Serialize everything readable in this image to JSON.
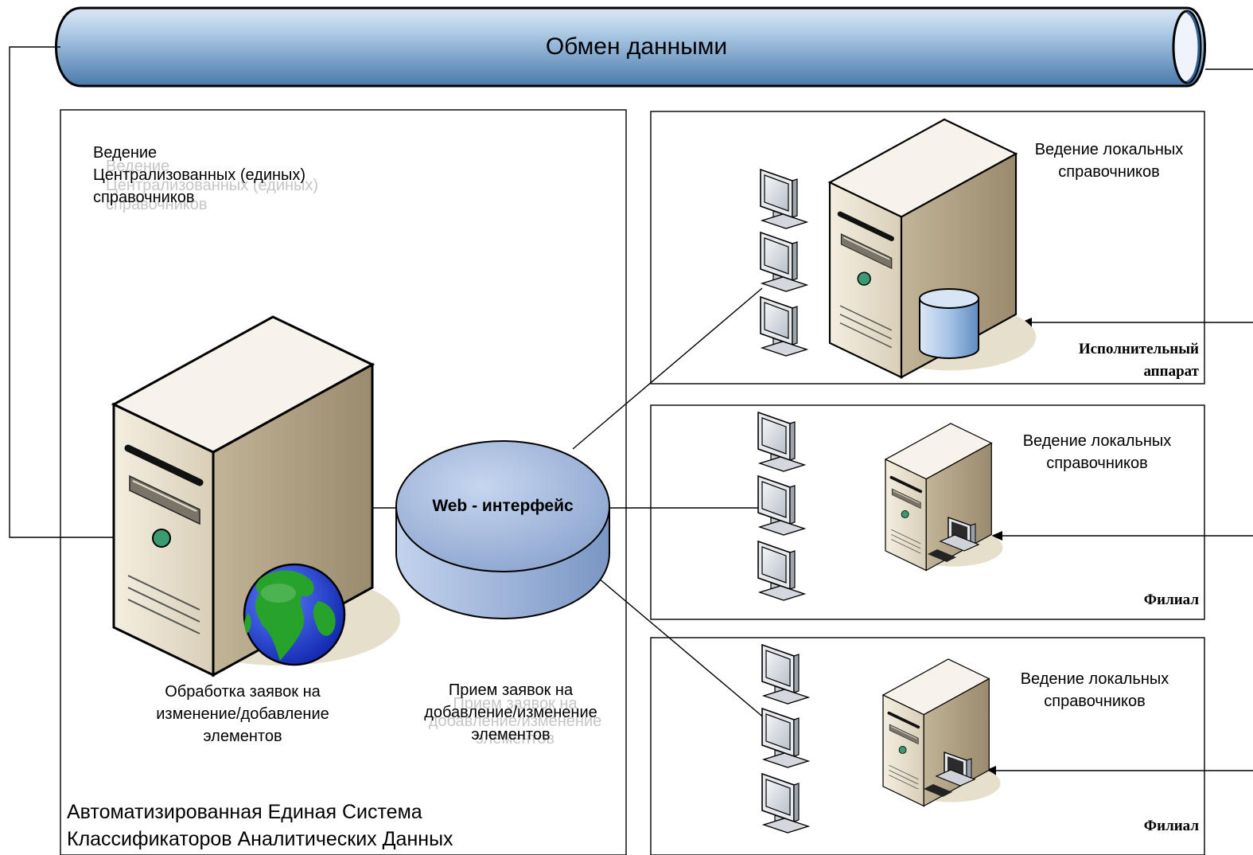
{
  "bus": {
    "label": "Обмен данными"
  },
  "central": {
    "title_lines": [
      "Ведение",
      "Централизованных (единых)",
      "справочников"
    ],
    "processing_lines": [
      "Обработка заявок на",
      "изменение/добавление",
      "элементов"
    ],
    "reception_lines": [
      "Прием заявок на",
      "добавление/изменение",
      "элементов"
    ],
    "system_lines": [
      "Автоматизированная Единая Система",
      "Классификаторов Аналитических Данных"
    ]
  },
  "web": {
    "label": "Web - интерфейс"
  },
  "nodes": [
    {
      "title_lines": [
        "Ведение локальных",
        "справочников"
      ],
      "caption_lines": [
        "Исполнительный",
        "аппарат"
      ]
    },
    {
      "title_lines": [
        "Ведение локальных",
        "справочников"
      ],
      "caption_lines": [
        "Филиал"
      ]
    },
    {
      "title_lines": [
        "Ведение локальных",
        "справочников"
      ],
      "caption_lines": [
        "Филиал"
      ]
    }
  ],
  "colors": {
    "bus_top": "#cfe1f2",
    "bus_bottom": "#4e7fb0",
    "disk_top": "#a9bfe0",
    "disk_side": "#8aa4cf",
    "server_light": "#efe8d6",
    "server_dark": "#a7967a",
    "globe_ocean": "#1b3fd6",
    "globe_land": "#27a32b",
    "db": "#7ea9d6",
    "stroke": "#000000"
  }
}
